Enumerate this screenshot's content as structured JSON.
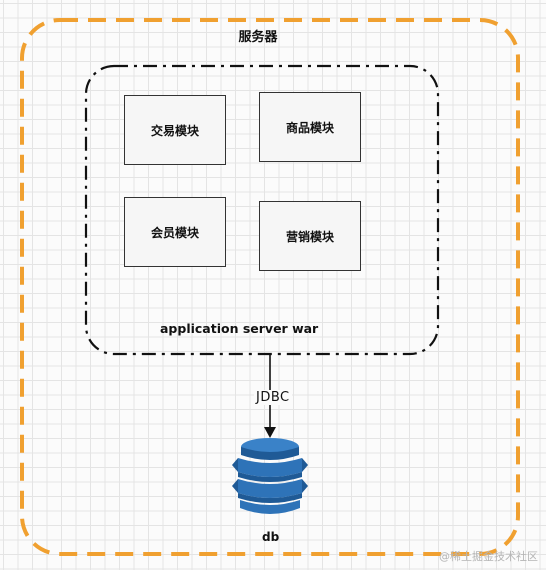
{
  "server": {
    "title": "服务器"
  },
  "app": {
    "label": "application server war",
    "modules": [
      {
        "name": "交易模块"
      },
      {
        "name": "商品模块"
      },
      {
        "name": "会员模块"
      },
      {
        "name": "营销模块"
      }
    ]
  },
  "connection": {
    "label": "JDBC"
  },
  "database": {
    "label": "db",
    "icon": "database-icon"
  },
  "watermark": "@稀土掘金技术社区",
  "colors": {
    "server_border": "#f0a030",
    "app_border": "#111111",
    "db_fill": "#2e73b8",
    "db_dark": "#1f5a96",
    "grid": "#e4e4e4"
  }
}
